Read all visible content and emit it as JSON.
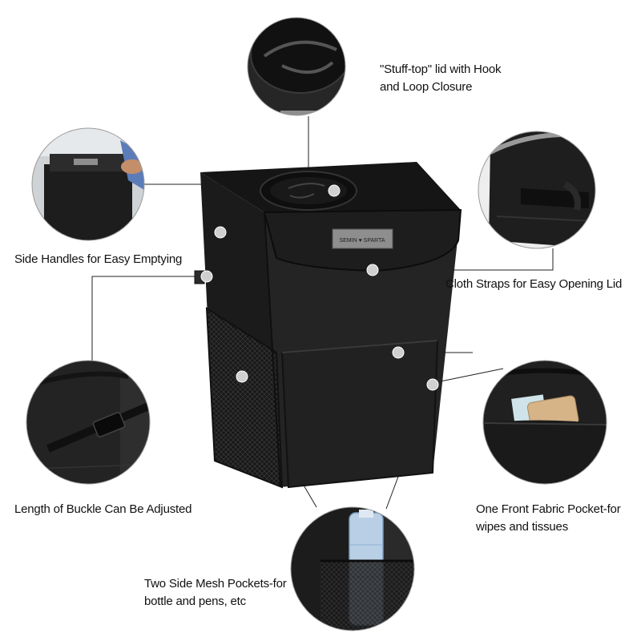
{
  "product": {
    "brand_tag": "SEMIN ♥ SPARTA"
  },
  "callouts": {
    "lid": {
      "line1": "\"Stuff-top\" lid with Hook",
      "line2": "and Loop Closure"
    },
    "handles": {
      "text": "Side Handles for Easy Emptying"
    },
    "straps": {
      "text": "Cloth Straps for Easy Opening Lid"
    },
    "buckle": {
      "text": "Length of Buckle Can Be Adjusted"
    },
    "front_pocket": {
      "line1": "One Front Fabric Pocket-for",
      "line2": "wipes and tissues"
    },
    "mesh_pockets": {
      "line1": "Two Side Mesh Pockets-for",
      "line2": "bottle and pens, etc"
    }
  },
  "colors": {
    "bag": "#1f1f1f",
    "bag_dark": "#111111",
    "bag_light": "#2c2c2c",
    "leader_line": "#222222",
    "marker_dot": "#d0d0d0",
    "circle_border": "#9a9a9a",
    "brand_red": "#d42424"
  }
}
